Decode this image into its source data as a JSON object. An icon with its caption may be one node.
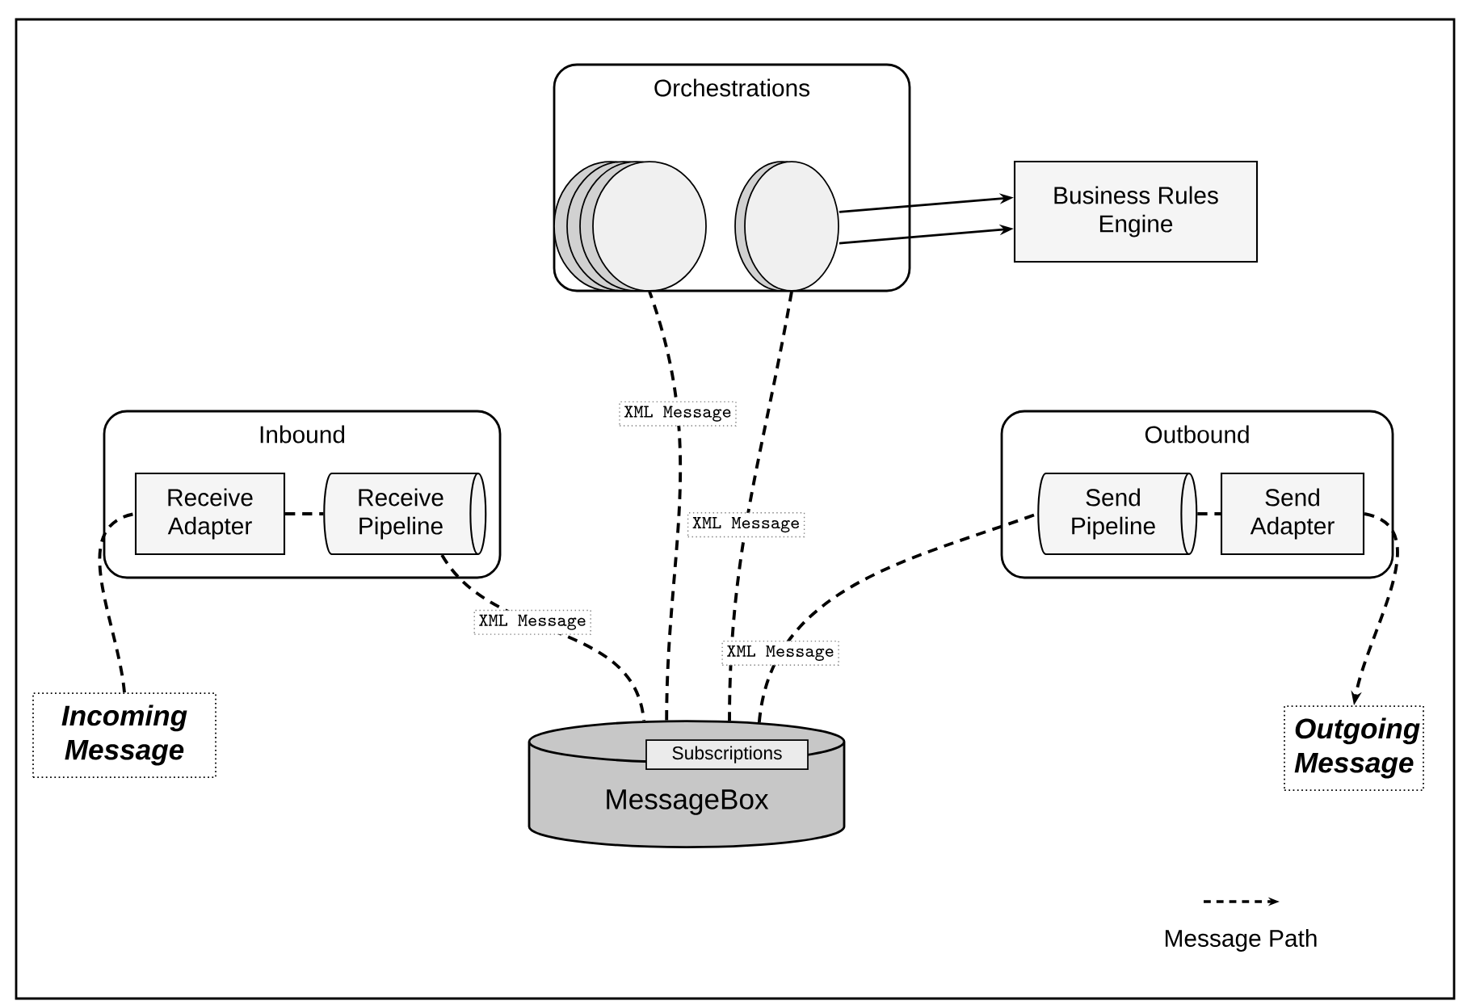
{
  "diagram": {
    "nodes": [
      {
        "text": [
          "Orchestrations"
        ]
      },
      {
        "text": [],
        "shape": "circle",
        "in": 0
      },
      {
        "text": [],
        "shape": "circle",
        "in": 0
      },
      {
        "text": [
          "Business Rules Engine"
        ]
      },
      {
        "text": [
          "Inbound"
        ]
      },
      {
        "text": [
          "Receive Adapter"
        ],
        "in": 4
      },
      {
        "text": [
          "Receive Pipeline"
        ],
        "in": 4
      },
      {
        "text": [
          "Outbound"
        ]
      },
      {
        "text": [
          "Send Pipeline"
        ],
        "in": 7
      },
      {
        "text": [
          "Send Adapter"
        ],
        "in": 7
      },
      {
        "text": [
          "Incoming Message"
        ]
      },
      {
        "text": [
          "Outgoing Message"
        ]
      },
      {
        "text": [
          "MessageBox"
        ]
      },
      {
        "text": [
          "Subscriptions"
        ],
        "in": 12
      }
    ],
    "edges": [
      {
        "from": 2,
        "to": 3,
        "arrow": "to"
      },
      {
        "from": 2,
        "to": 3,
        "arrow": "to"
      },
      {
        "from": 10,
        "to": 5,
        "arrow": "none",
        "style": "dashed"
      },
      {
        "from": 5,
        "to": 6,
        "arrow": "none",
        "style": "dashed"
      },
      {
        "from": 6,
        "to": 12,
        "arrow": "none",
        "style": "dashed",
        "label": "XML Message"
      },
      {
        "from": 12,
        "to": 1,
        "arrow": "none",
        "style": "dashed",
        "label": "XML Message"
      },
      {
        "from": 2,
        "to": 12,
        "arrow": "none",
        "style": "dashed",
        "label": "XML Message"
      },
      {
        "from": 12,
        "to": 8,
        "arrow": "none",
        "style": "dashed",
        "label": "XML Message"
      },
      {
        "from": 8,
        "to": 9,
        "arrow": "none",
        "style": "dashed"
      },
      {
        "from": 9,
        "to": 11,
        "arrow": "to",
        "style": "dashed"
      }
    ],
    "legend": [
      {
        "text": "Message Path"
      }
    ]
  }
}
